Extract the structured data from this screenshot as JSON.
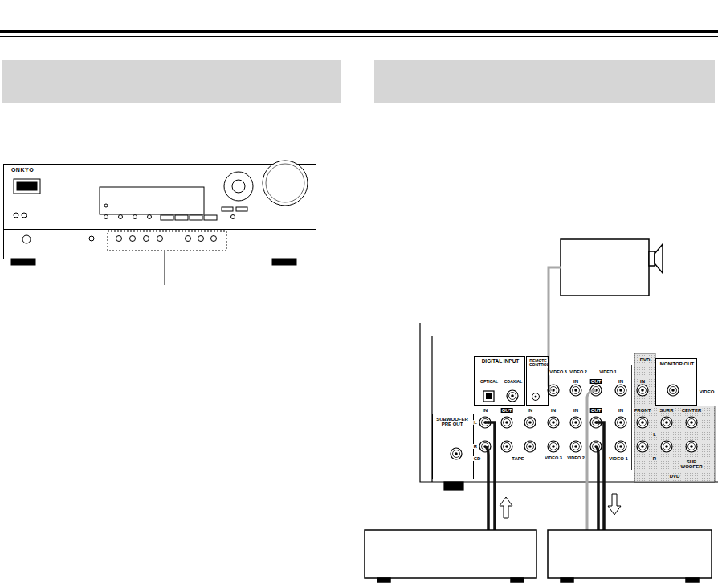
{
  "diagram": {
    "nodes": [
      {
        "text": [
          "DIGITAL INPUT",
          "OPTICAL",
          "COAXIAL"
        ]
      },
      {
        "text": [
          "REMOTE CONTROL"
        ]
      },
      {
        "text": [
          "MONITOR OUT"
        ]
      },
      {
        "text": [
          "SUBWOOFER PRE OUT"
        ]
      }
    ],
    "labels": [
      "ONKYO",
      "VIDEO 3",
      "VIDEO 2",
      "VIDEO 1",
      "DVD",
      "IN",
      "OUT",
      "IN",
      "IN",
      "VIDEO",
      "IN",
      "OUT",
      "IN",
      "IN",
      "IN",
      "OUT",
      "IN",
      "FRONT",
      "SURR",
      "CENTER",
      "L",
      "R",
      "CD",
      "TAPE",
      "VIDEO 3",
      "VIDEO 2",
      "VIDEO 1",
      "L",
      "R",
      "SUB WOOFER",
      "DVD"
    ]
  }
}
